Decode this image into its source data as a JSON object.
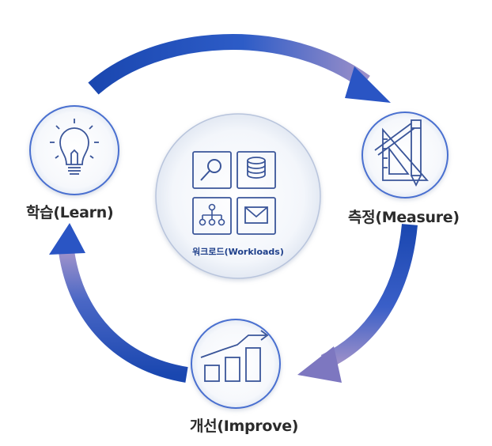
{
  "center": {
    "label": "워크로드(Workloads)"
  },
  "stages": {
    "learn": {
      "label": "학습(Learn)",
      "icon": "lightbulb-icon"
    },
    "measure": {
      "label": "측정(Measure)",
      "icon": "ruler-triangle-pencil-icon"
    },
    "improve": {
      "label": "개선(Improve)",
      "icon": "growth-bar-chart-icon"
    }
  },
  "workload_icons": [
    "magnifier-icon",
    "database-icon",
    "org-chart-icon",
    "envelope-icon"
  ],
  "colors": {
    "arrow_blue": "#1f4fb5",
    "arrow_purple": "#8f86c4",
    "icon_stroke": "#3a5599",
    "circle_border": "#4a6fd0"
  }
}
